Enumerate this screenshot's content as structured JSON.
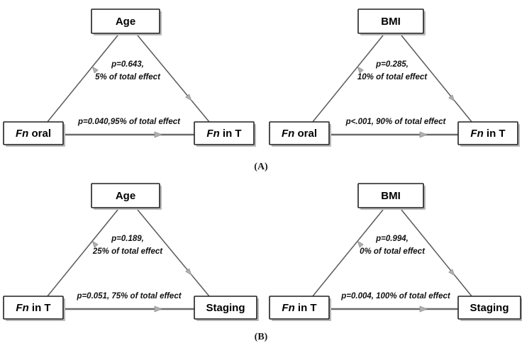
{
  "figure": {
    "panels": [
      {
        "id": "panel-a-left",
        "mediator": {
          "label": "Age",
          "italic_prefix": ""
        },
        "predictor": {
          "label": "Fn oral",
          "italic_prefix": "Fn",
          "rest": " oral"
        },
        "outcome": {
          "label": "Fn in T",
          "italic_prefix": "Fn",
          "rest": " in T"
        },
        "indirect_label_line1": "p=0.643,",
        "indirect_label_line2": "5% of total effect",
        "direct_label": "p=0.040,95% of total effect"
      },
      {
        "id": "panel-a-right",
        "mediator": {
          "label": "BMI",
          "italic_prefix": ""
        },
        "predictor": {
          "label": "Fn oral",
          "italic_prefix": "Fn",
          "rest": " oral"
        },
        "outcome": {
          "label": "Fn in T",
          "italic_prefix": "Fn",
          "rest": " in T"
        },
        "indirect_label_line1": "p=0.285,",
        "indirect_label_line2": "10% of total effect",
        "direct_label": "p<.001, 90% of total effect"
      },
      {
        "id": "panel-b-left",
        "mediator": {
          "label": "Age",
          "italic_prefix": ""
        },
        "predictor": {
          "label": "Fn in T",
          "italic_prefix": "Fn",
          "rest": " in T"
        },
        "outcome": {
          "label": "Staging",
          "italic_prefix": "",
          "rest": "Staging"
        },
        "indirect_label_line1": "p=0.189,",
        "indirect_label_line2": "25% of total effect",
        "direct_label": "p=0.051, 75% of total effect"
      },
      {
        "id": "panel-b-right",
        "mediator": {
          "label": "BMI",
          "italic_prefix": ""
        },
        "predictor": {
          "label": "Fn in T",
          "italic_prefix": "Fn",
          "rest": " in T"
        },
        "outcome": {
          "label": "Staging",
          "italic_prefix": "",
          "rest": "Staging"
        },
        "indirect_label_line1": "p=0.994,",
        "indirect_label_line2": "0% of total effect",
        "direct_label": "p=0.004, 100% of total effect"
      }
    ],
    "captions": {
      "a": "(A)",
      "b": "(B)"
    },
    "colors": {
      "box_border": "#231f20",
      "box_fill": "#ffffff",
      "box_shadow": "#b9b9b9",
      "edge_line": "#5a5a5a",
      "edge_line_horizontal": "#6b6b6b",
      "arrow_head": "#b0b0b0",
      "text": "#000000",
      "background": "#ffffff"
    }
  }
}
